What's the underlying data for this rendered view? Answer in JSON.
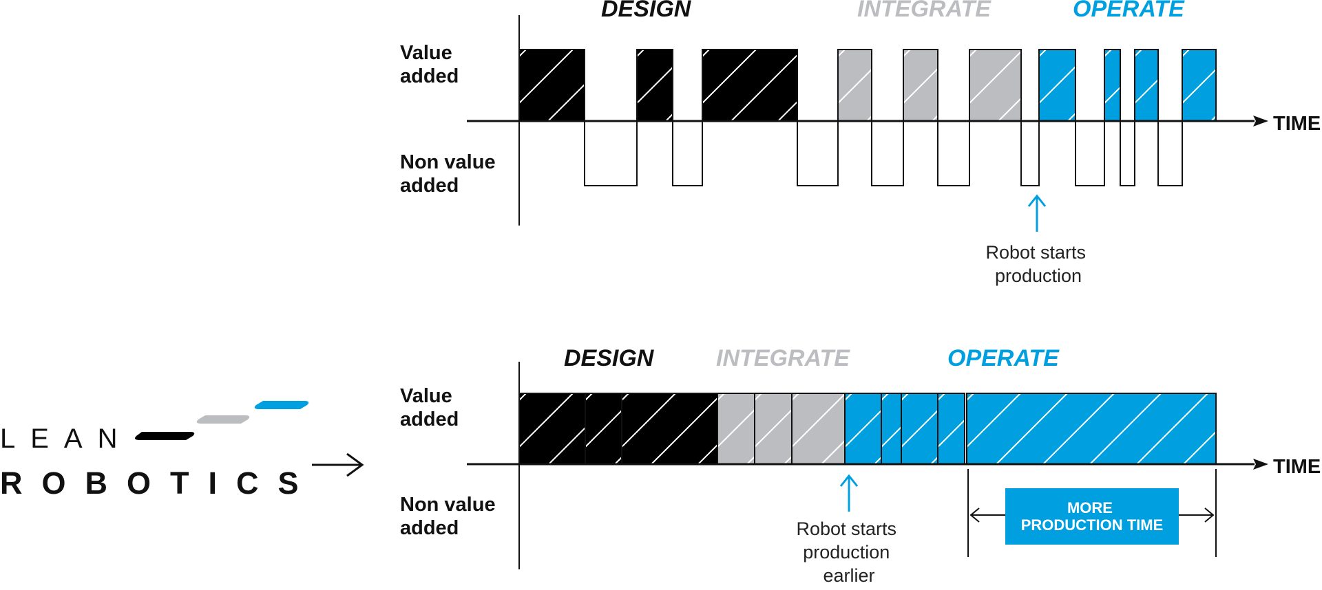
{
  "colors": {
    "design": "#000000",
    "integrate": "#bcbdc0",
    "operate": "#00a0e0",
    "line": "#111111"
  },
  "logo": {
    "line1": "LEAN",
    "line2": "ROBOTICS"
  },
  "top": {
    "phases": {
      "design": "DESIGN",
      "integrate": "INTEGRATE",
      "operate": "OPERATE"
    },
    "value_label": [
      "Value",
      "added"
    ],
    "nonvalue_label": [
      "Non value",
      "added"
    ],
    "time_label": "TIME",
    "annotation": [
      "Robot starts",
      "production"
    ]
  },
  "bottom": {
    "phases": {
      "design": "DESIGN",
      "integrate": "INTEGRATE",
      "operate": "OPERATE"
    },
    "value_label": [
      "Value",
      "added"
    ],
    "nonvalue_label": [
      "Non value",
      "added"
    ],
    "time_label": "TIME",
    "annotation": [
      "Robot starts",
      "production",
      "earlier"
    ],
    "more_box": [
      "MORE",
      "PRODUCTION TIME"
    ]
  }
}
